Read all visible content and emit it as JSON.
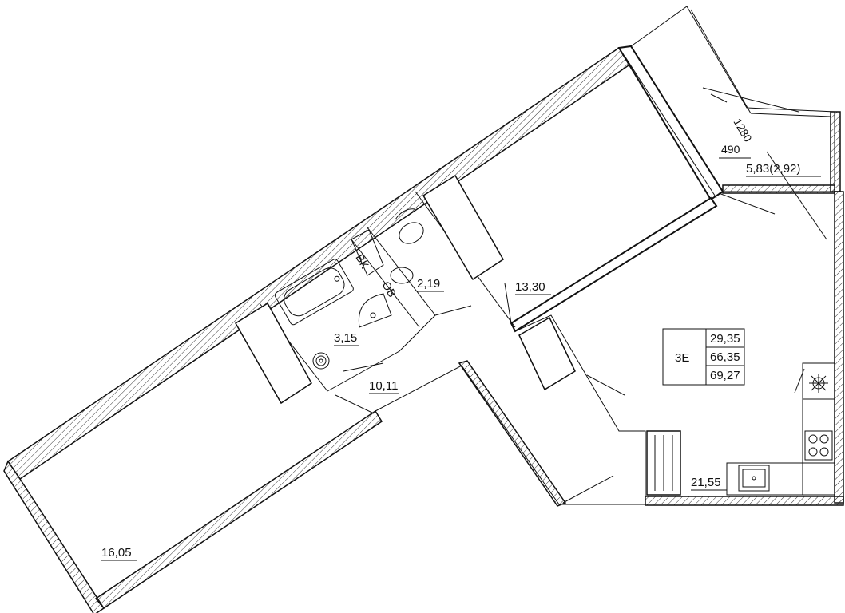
{
  "apartment": {
    "type_label": "3Е",
    "area_living": "29,35",
    "area_total": "66,35",
    "area_total_with_balcony": "69,27"
  },
  "rooms": [
    {
      "id": "room-large-bottom-left",
      "area": "16,05"
    },
    {
      "id": "room-upper",
      "area": "13,30"
    },
    {
      "id": "hallway",
      "area": "10,11"
    },
    {
      "id": "bathroom",
      "area": "3,15"
    },
    {
      "id": "toilet",
      "area": "2,19"
    },
    {
      "id": "kitchen-living",
      "area": "21,55"
    },
    {
      "id": "balcony",
      "area": "5,83(2,92)"
    }
  ],
  "dimensions": {
    "balcony_length": "1280",
    "balcony_depth": "490"
  },
  "fixtures": {
    "water_meter_label": "ВК",
    "vent_label": "ОВ"
  }
}
